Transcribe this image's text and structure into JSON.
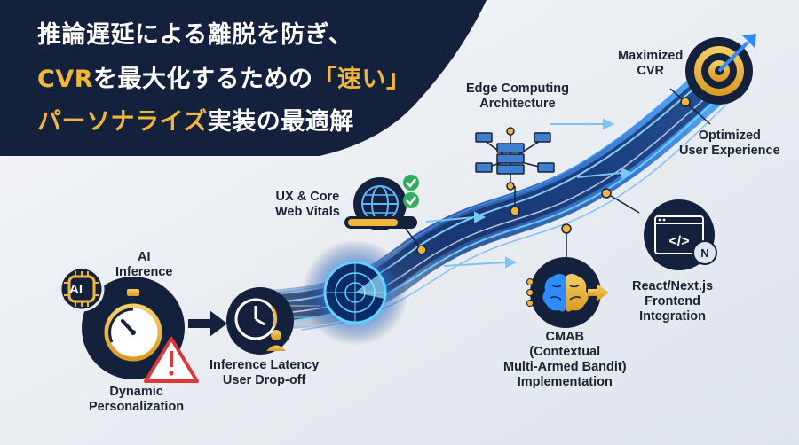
{
  "title": {
    "line1": "推論遅延による離脱を防ぎ、",
    "line2_highlight": "CVR",
    "line2_mid": "を最大化するための",
    "line2_quote": "「速い」",
    "line3_highlight": "パーソナライズ",
    "line3_rest": "実装の最適解"
  },
  "nodes": {
    "ai_inference": [
      "AI",
      "Inference"
    ],
    "ai_badge": "AI",
    "dynamic_personalization": [
      "Dynamic",
      "Personalization"
    ],
    "inference_latency": [
      "Inference Latency",
      "User Drop-off"
    ],
    "ux_core": [
      "UX & Core",
      "Web Vitals"
    ],
    "edge_computing": [
      "Edge Computing",
      "Architecture"
    ],
    "maximized_cvr": [
      "Maximized",
      "CVR"
    ],
    "optimized_ux": [
      "Optimized",
      "User Experience"
    ],
    "react_next": [
      "React/Next.js",
      "Frontend",
      "Integration"
    ],
    "react_badge": "N",
    "code_glyph": "</>",
    "cmab": [
      "CMAB",
      "(Contextual",
      "Multi-Armed Bandit)",
      "Implementation"
    ]
  },
  "colors": {
    "navy": "#14213d",
    "gold": "#f2b739",
    "accent_blue": "#2f8cff",
    "glow_cyan": "#5fd3ff",
    "warning_red": "#d83a3a",
    "check_green": "#2fae5c"
  },
  "icons": [
    "ai-chip-icon",
    "stopwatch-icon",
    "warning-icon",
    "clock-user-icon",
    "radar-icon",
    "globe-icon",
    "checkmark-icon",
    "progress-bar-icon",
    "server-network-icon",
    "target-icon",
    "arrow-icon",
    "code-window-icon",
    "nextjs-badge-icon",
    "brain-icon"
  ]
}
